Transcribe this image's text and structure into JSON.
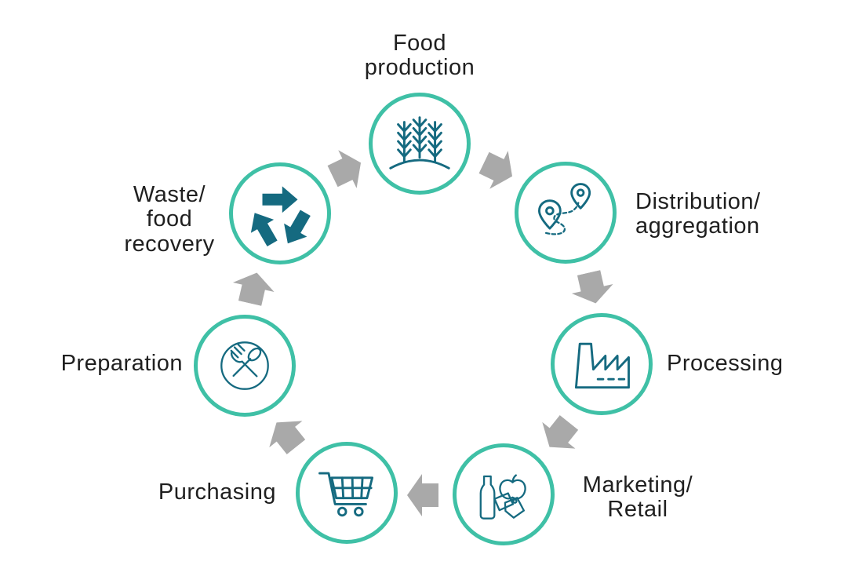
{
  "colors": {
    "ring_color": "#3fc0a6",
    "icon_color": "#156a80",
    "arrow_color": "#a9a9a9",
    "text_color": "#1f1f1f",
    "bg_color": "#ffffff"
  },
  "diagram": {
    "type": "cycle",
    "direction": "clockwise",
    "stage_count": 7
  },
  "stages": [
    {
      "name": "food-production",
      "label_lines": [
        "Food",
        "production"
      ],
      "icon": "wheat-icon"
    },
    {
      "name": "distribution-aggregation",
      "label_lines": [
        "Distribution/",
        "aggregation"
      ],
      "icon": "map-route-pins-icon"
    },
    {
      "name": "processing",
      "label_lines": [
        "Processing"
      ],
      "icon": "factory-icon"
    },
    {
      "name": "marketing-retail",
      "label_lines": [
        "Marketing/",
        "Retail"
      ],
      "icon": "groceries-price-tags-icon"
    },
    {
      "name": "purchasing",
      "label_lines": [
        "Purchasing"
      ],
      "icon": "shopping-cart-icon"
    },
    {
      "name": "preparation",
      "label_lines": [
        "Preparation"
      ],
      "icon": "fork-spoon-plate-icon"
    },
    {
      "name": "waste-food-recovery",
      "label_lines": [
        "Waste/",
        "food",
        "recovery"
      ],
      "icon": "recycle-icon"
    }
  ]
}
